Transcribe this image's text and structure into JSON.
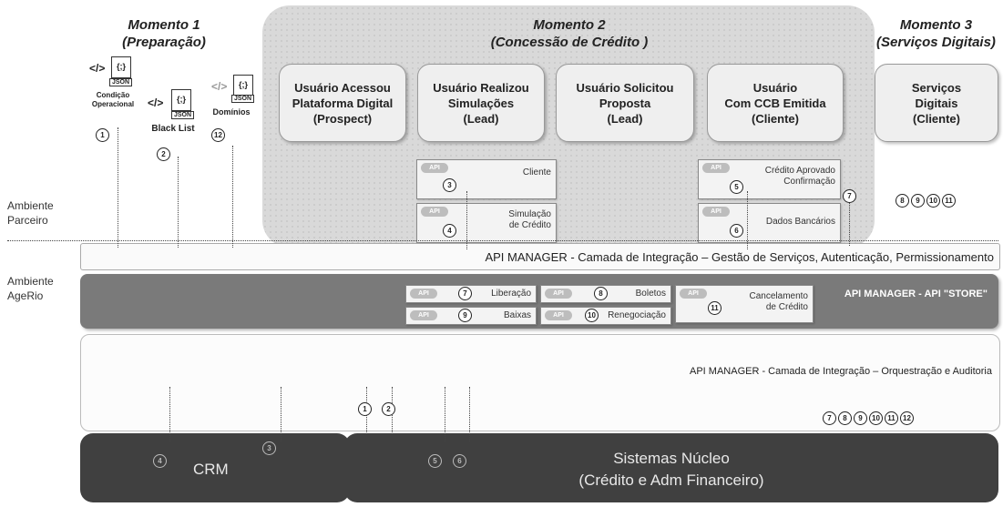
{
  "moments": {
    "m1_title": "Momento 1",
    "m1_sub": "(Preparação)",
    "m2_title": "Momento 2",
    "m2_sub": "(Concessão de Crédito )",
    "m3_title": "Momento 3",
    "m3_sub": "(Serviços Digitais)"
  },
  "stage_cards": [
    "Usuário Acessou\nPlataforma Digital\n(Prospect)",
    "Usuário Realizou\nSimulações\n(Lead)",
    "Usuário Solicitou\nProposta\n(Lead)",
    "Usuário\nCom CCB Emitida\n(Cliente)",
    "Serviços\nDigitais\n(Cliente)"
  ],
  "prep_docs": {
    "json_tag": "JSON",
    "code_tag": "</>",
    "brace_tag": "{;}",
    "d1": "Condição\nOperacional",
    "d2": "Black List",
    "d3": "Domínios"
  },
  "partner_apis": {
    "cliente": "Cliente",
    "simulacao": "Simulação\nde Crédito",
    "credito_aprovado": "Crédito Aprovado\nConfirmação",
    "dados_bancarios": "Dados Bancários"
  },
  "environments": {
    "parceiro": "Ambiente\nParceiro",
    "agerio": "Ambiente\nAgeRio"
  },
  "bands": {
    "integracao": "API MANAGER - Camada de Integração – Gestão de Serviços, Autenticação, Permissionamento",
    "store": "API MANAGER - API \"STORE\"",
    "orquestracao": "API MANAGER - Camada de Integração – Orquestração e Auditoria"
  },
  "store_apis": {
    "liberacao": "Liberação",
    "boletos": "Boletos",
    "cancelamento": "Cancelamento\nde Crédito",
    "baixas": "Baixas",
    "renegociacao": "Renegociação"
  },
  "systems": {
    "crm": "CRM",
    "nucleo_title": "Sistemas Núcleo",
    "nucleo_sub": "(Crédito e Adm Financeiro)"
  },
  "numbers": [
    "1",
    "2",
    "3",
    "4",
    "5",
    "6",
    "7",
    "8",
    "9",
    "10",
    "11",
    "12"
  ],
  "cloud_label": "API"
}
